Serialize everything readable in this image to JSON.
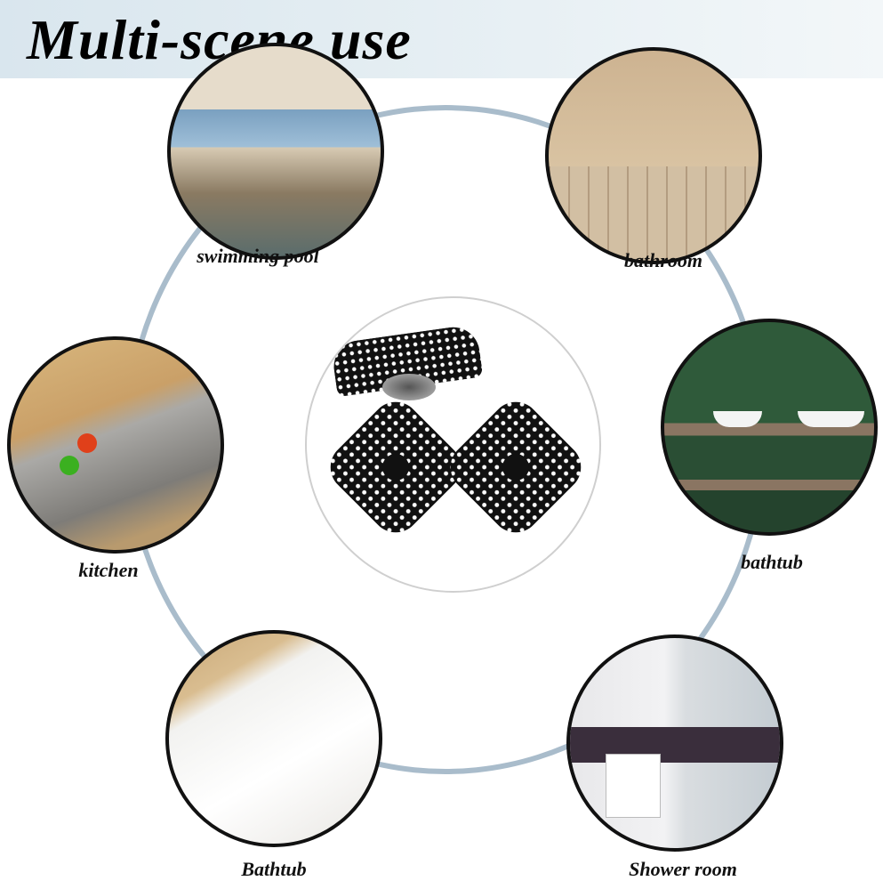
{
  "title": "Multi-scene use",
  "scenes": [
    {
      "label": "swimming pool"
    },
    {
      "label": "bathroom"
    },
    {
      "label": "bathtub"
    },
    {
      "label": "kitchen"
    },
    {
      "label": "Bathtub"
    },
    {
      "label": "Shower room"
    }
  ],
  "colors": {
    "ring": "#a9bccb",
    "header": "#dfe9ef",
    "green_wall": "#2f5a3a"
  }
}
